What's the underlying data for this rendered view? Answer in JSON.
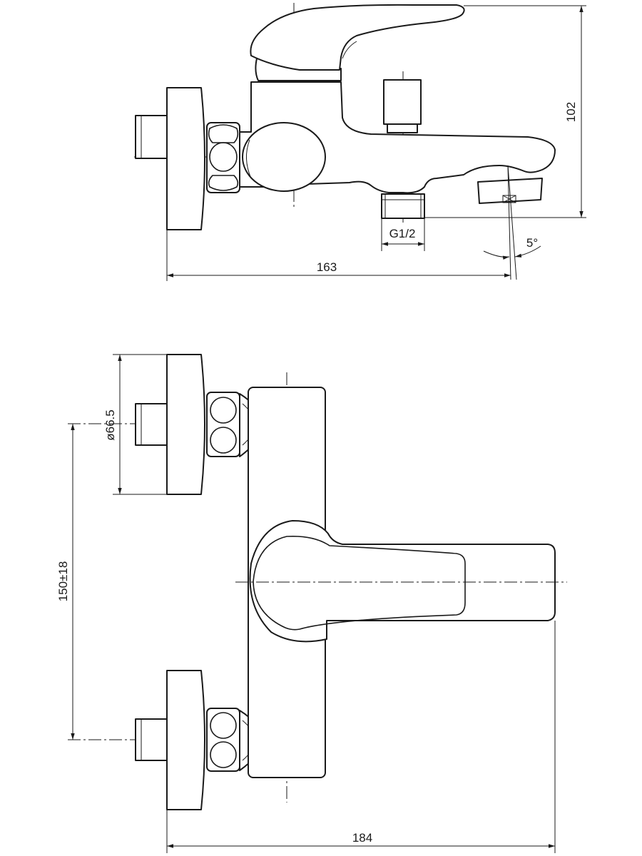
{
  "dimensions": {
    "height": "102",
    "outlet_thread": "G1/2",
    "spout_angle": "5°",
    "projection": "163",
    "flange_diameter": "ø66.5",
    "connection_spacing": "150±18",
    "overall_width": "184"
  },
  "colors": {
    "line": "#1a1a1a",
    "background": "#ffffff"
  }
}
